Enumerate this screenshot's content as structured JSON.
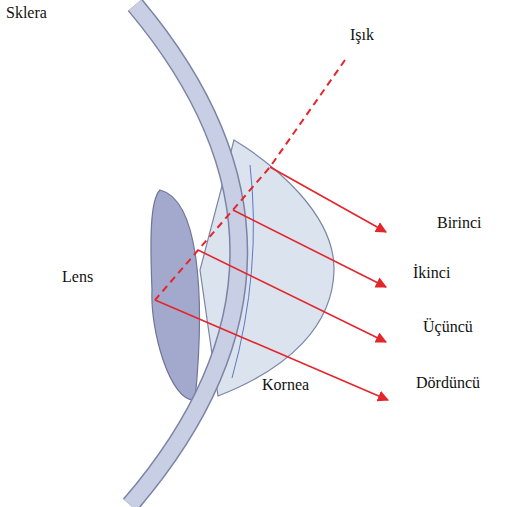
{
  "diagram": {
    "labels": [
      "Sklera",
      "Işık",
      "Birinci",
      "İkinci",
      "Üçüncü",
      "Dördüncü",
      "Lens",
      "Kornea"
    ]
  }
}
